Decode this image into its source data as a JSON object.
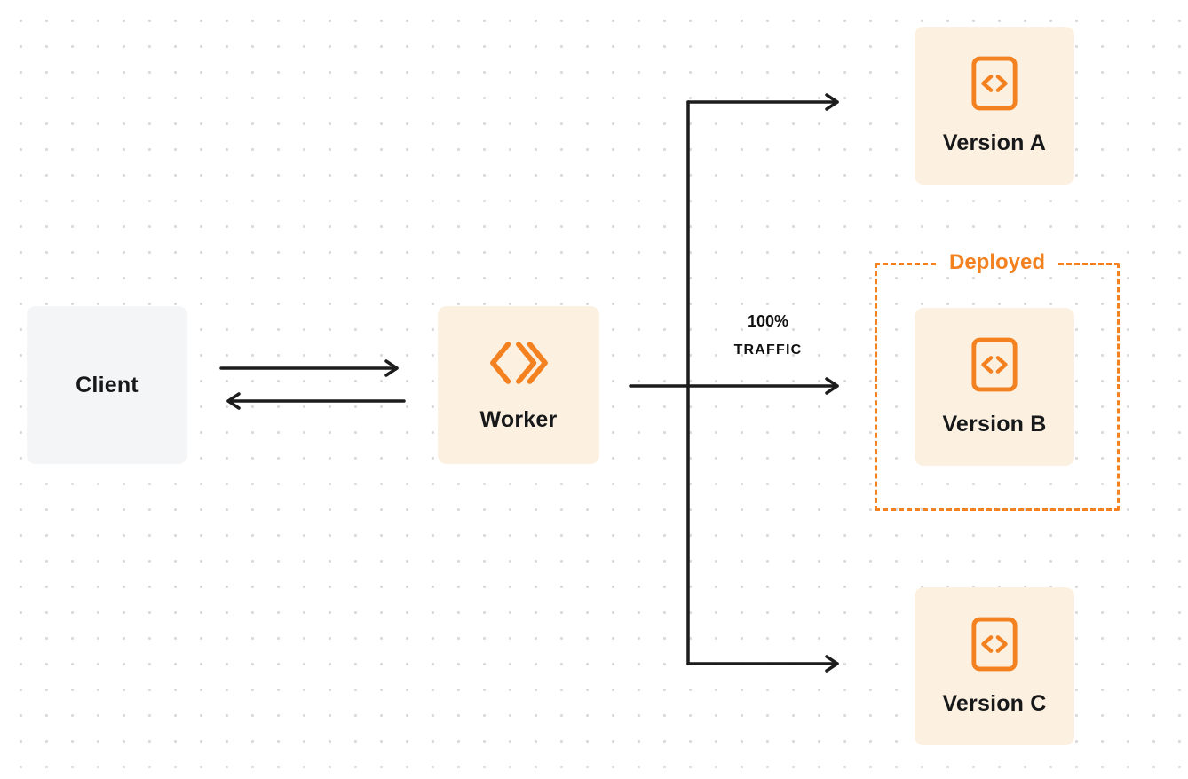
{
  "nodes": {
    "client": {
      "label": "Client"
    },
    "worker": {
      "label": "Worker",
      "icon": "workers-logo-icon"
    }
  },
  "edges": {
    "traffic_percent": "100%",
    "traffic_label": "TRAFFIC"
  },
  "deployed": {
    "label": "Deployed"
  },
  "versions": [
    {
      "label": "Version A",
      "icon": "code-icon"
    },
    {
      "label": "Version B",
      "icon": "code-icon",
      "deployed": true
    },
    {
      "label": "Version C",
      "icon": "code-icon"
    }
  ],
  "colors": {
    "accent_orange": "#F48120",
    "panel_orange": "#FCF0E0",
    "panel_gray": "#F4F5F6",
    "line_dark": "#1C1C1C",
    "dot_grid": "#DADADB"
  }
}
